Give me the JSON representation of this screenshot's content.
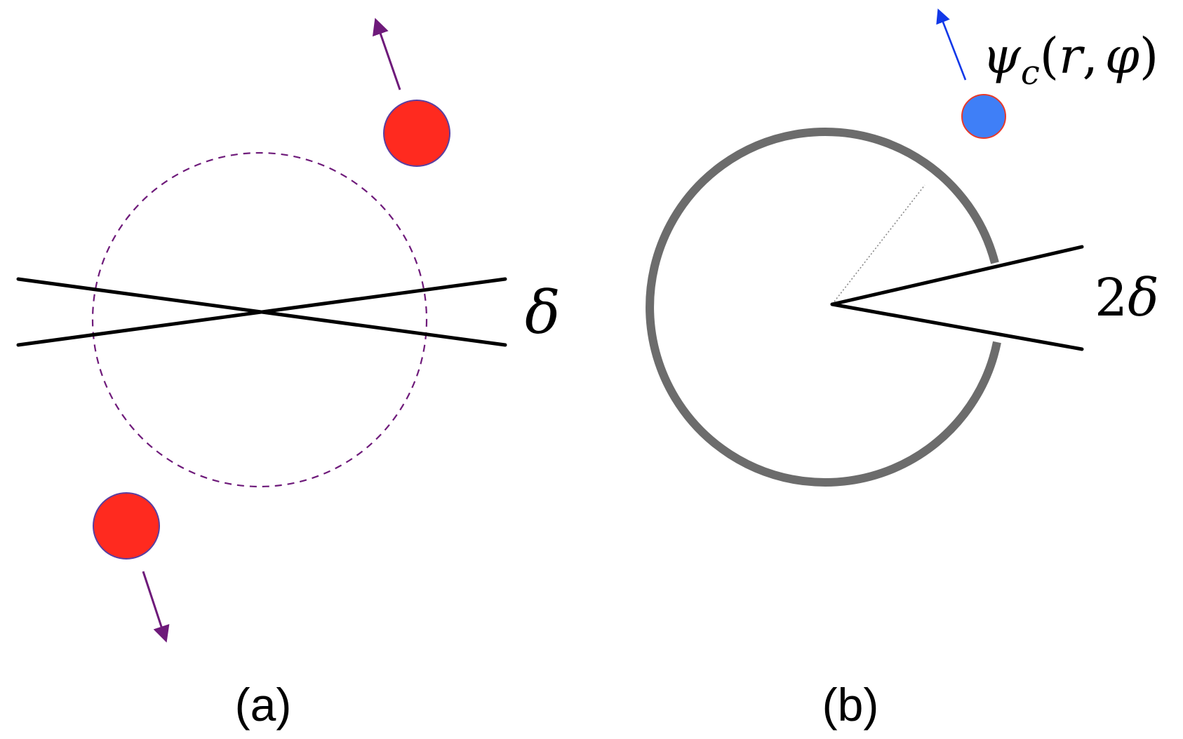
{
  "panel_a": {
    "caption": "(a)",
    "angle_label": "δ"
  },
  "panel_b": {
    "caption": "(b)",
    "angle_label_number": "2",
    "angle_label_symbol": "δ",
    "wavefunction_label": {
      "symbol": "ψ",
      "subscript": "c",
      "open_paren": "(",
      "arg1": "r",
      "comma": ",",
      "arg2": "φ",
      "close_paren": ")"
    }
  },
  "colors": {
    "particle_red": "#ff2a1f",
    "particle_outline": "#5a3fa0",
    "arrow_purple": "#6e1a7a",
    "dashed_circle": "#6e1a7a",
    "particle_blue": "#3f7ff7",
    "particle_blue_outline": "#e83a2a",
    "arrow_blue": "#1238e8",
    "ring_gray": "#6c6c6c",
    "line_black": "#000000"
  }
}
